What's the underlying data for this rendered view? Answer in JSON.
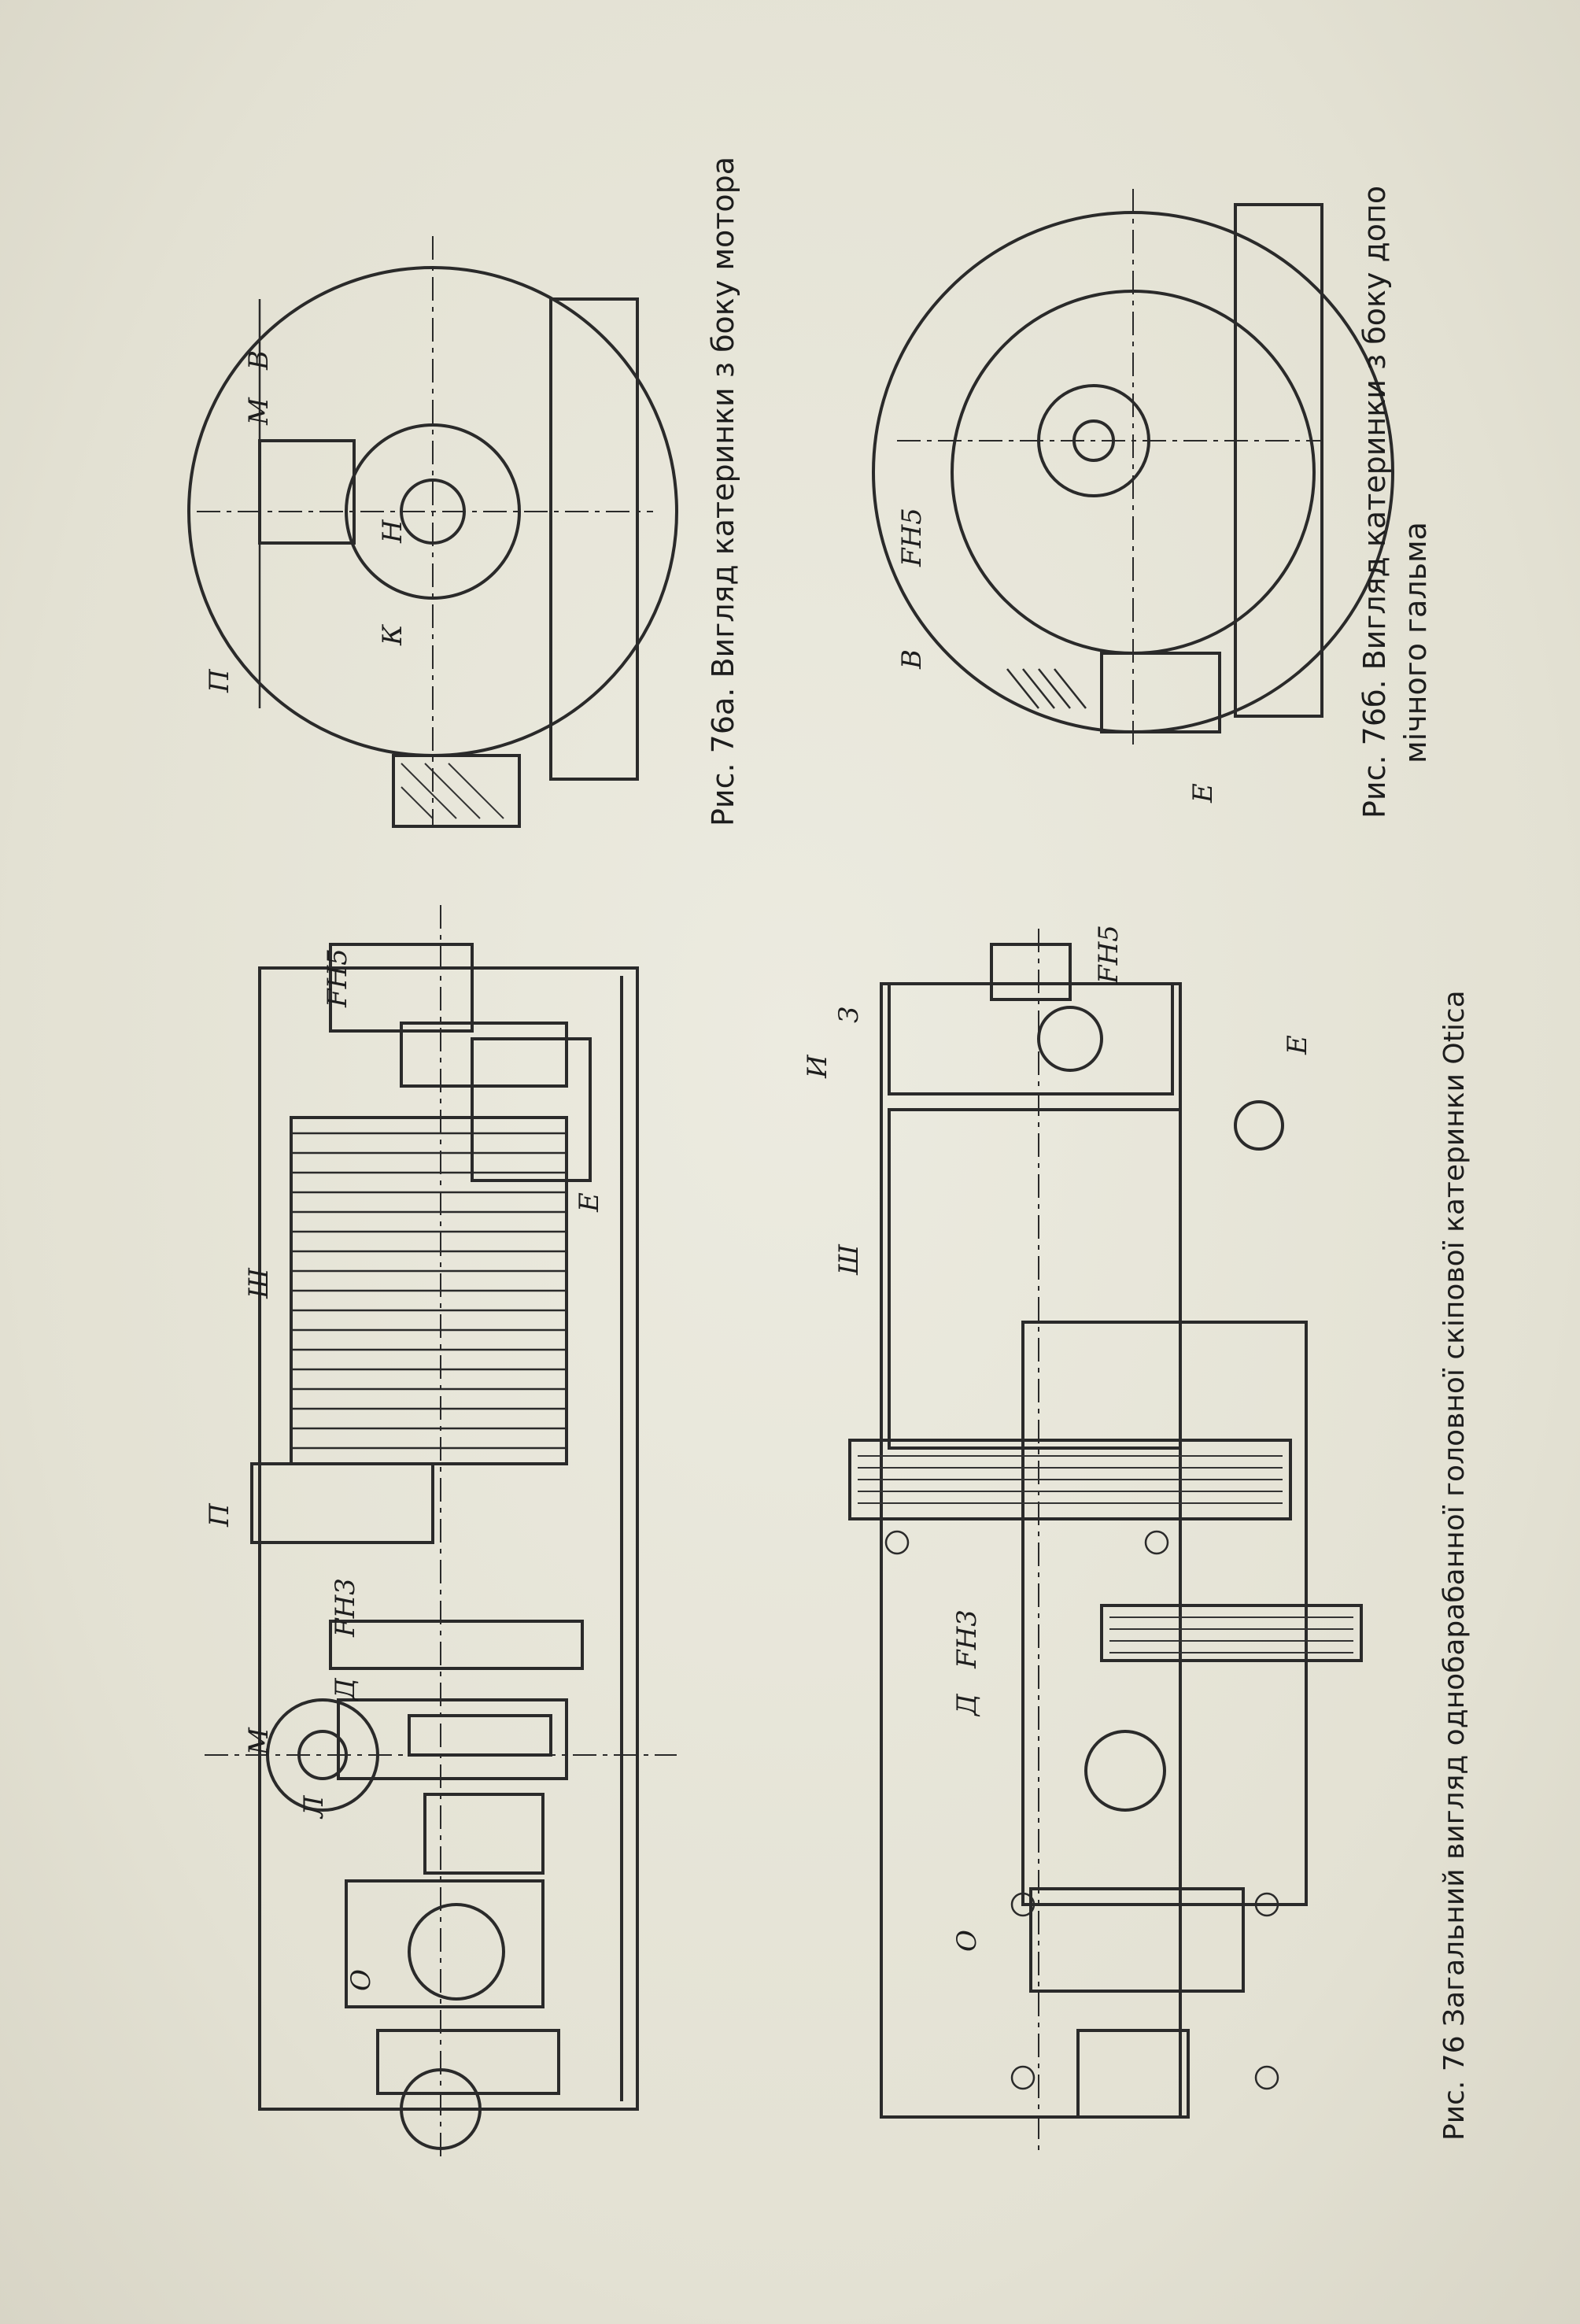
{
  "captions": {
    "fig76": "Рис. 76 Загальний вигляд однобарабанної головної скіпової катеринки Otica",
    "fig76a": "Рис. 76а. Вигляд катеринки з боку мотора",
    "fig76b_line1": "Рис. 76б. Вигляд катеринки з боку допо",
    "fig76b_line2": "мічного гальма"
  },
  "labels": {
    "fh5": "FH5",
    "fh3": "FH3",
    "w": "Ш",
    "p": "П",
    "d": "Д",
    "m": "М",
    "l": "Л",
    "v": "В",
    "o": "О",
    "e": "Е",
    "i": "И",
    "z": "З",
    "n": "Н",
    "k": "К"
  }
}
